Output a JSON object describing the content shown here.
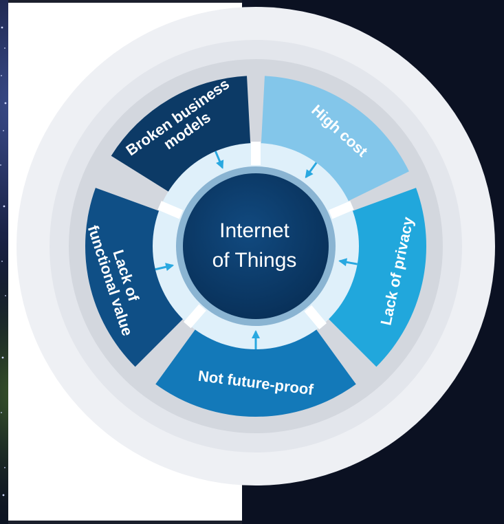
{
  "center": {
    "line1": "Internet",
    "line2": "of Things"
  },
  "segments": [
    {
      "id": "broken-business-models",
      "lines": [
        "Broken business",
        "models"
      ],
      "color": "#0c3a66"
    },
    {
      "id": "high-cost",
      "lines": [
        "High cost"
      ],
      "color": "#83c6ea"
    },
    {
      "id": "lack-of-privacy",
      "lines": [
        "Lack of privacy"
      ],
      "color": "#21a7dc"
    },
    {
      "id": "not-future-proof",
      "lines": [
        "Not future-proof"
      ],
      "color": "#1379b9"
    },
    {
      "id": "lack-of-functional-value",
      "lines": [
        "Lack of",
        "functional value"
      ],
      "color": "#0f4f86"
    }
  ],
  "colors": {
    "background_dark": "#0b1122",
    "panel": "#ffffff",
    "outer_ring": "#e5e8ee",
    "middle_ring": "#d3d7de",
    "inner_ring": "#dff0fa",
    "hub_ring": "#8ab4d2",
    "hub": "#0b3a68",
    "arrow": "#29a8e0"
  }
}
